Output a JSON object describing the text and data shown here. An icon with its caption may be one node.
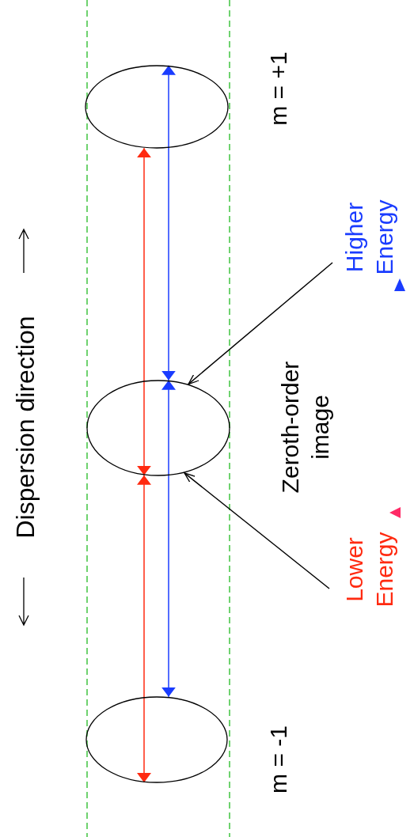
{
  "diagram": {
    "nodes": [
      {
        "text": [],
        "shape": "ellipse",
        "beside": [
          "m = +1"
        ]
      },
      {
        "text": [],
        "shape": "ellipse",
        "beside": [
          "Zeroth-order image"
        ]
      },
      {
        "text": [],
        "shape": "ellipse",
        "beside": [
          "m = -1"
        ]
      },
      {
        "text": [
          "Higher Energy"
        ]
      },
      {
        "text": [
          "Lower Energy"
        ]
      }
    ],
    "edges": [
      {
        "from": 0,
        "to": 1,
        "arrow": "both",
        "color": "#ff2a10"
      },
      {
        "from": 0,
        "to": 1,
        "arrow": "both",
        "color": "#1a3cff"
      },
      {
        "from": 1,
        "to": 2,
        "arrow": "both",
        "color": "#ff2a10"
      },
      {
        "from": 1,
        "to": 2,
        "arrow": "both",
        "color": "#1a3cff"
      },
      {
        "from": 3,
        "to": 1,
        "arrow": "to",
        "color": "#000000"
      },
      {
        "from": 4,
        "to": 1,
        "arrow": "to",
        "color": "#000000"
      }
    ],
    "labels": [
      "Dispersion direction"
    ]
  }
}
